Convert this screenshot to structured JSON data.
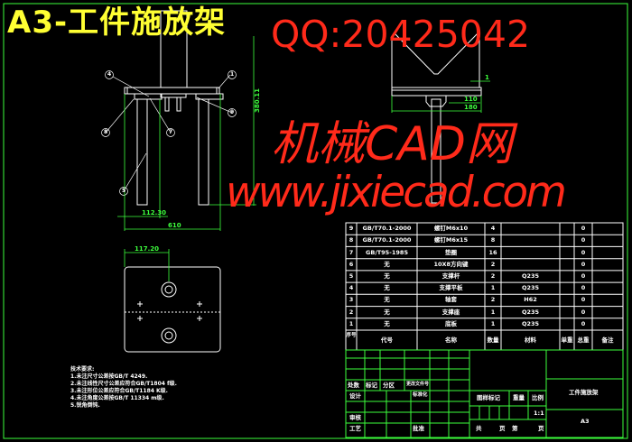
{
  "title": "A3-工件施放架",
  "dimensions": {
    "front_height": "380.11",
    "front_offset": "112.30",
    "front_width": "610",
    "side_inner": "110",
    "side_outer": "180",
    "side_gap": "1",
    "plan_offset": "117.20"
  },
  "balloons": [
    "4",
    "1",
    "8",
    "7",
    "9",
    "5"
  ],
  "notes": {
    "heading": "技术要求:",
    "items": [
      "1.未注尺寸公差按GB/T 4249.",
      "2.未注线性尺寸公差应符合GB/T1804 f级.",
      "3.未注形位公差应符合GB/T1184 K级.",
      "4.未注角度公差按GB/T 11334 m级.",
      "5.锐角倒钝."
    ]
  },
  "bom": {
    "headers": [
      "序号",
      "代号",
      "名称",
      "数量",
      "材料",
      "单重",
      "总重",
      "备注"
    ],
    "rows": [
      [
        "9",
        "GB/T70.1-2000",
        "螺钉M6x10",
        "4",
        "",
        "",
        "0",
        ""
      ],
      [
        "8",
        "GB/T70.1-2000",
        "螺钉M6x15",
        "8",
        "",
        "",
        "0",
        ""
      ],
      [
        "7",
        "GB/T95-1985",
        "垫圈",
        "16",
        "",
        "",
        "0",
        ""
      ],
      [
        "6",
        "无",
        "10X8方向键",
        "2",
        "",
        "",
        "0",
        ""
      ],
      [
        "5",
        "无",
        "支撑杆",
        "2",
        "Q235",
        "",
        "0",
        ""
      ],
      [
        "4",
        "无",
        "支撑平板",
        "1",
        "Q235",
        "",
        "0",
        ""
      ],
      [
        "3",
        "无",
        "轴套",
        "2",
        "H62",
        "",
        "0",
        ""
      ],
      [
        "2",
        "无",
        "支撑座",
        "1",
        "Q235",
        "",
        "0",
        ""
      ],
      [
        "1",
        "无",
        "底板",
        "1",
        "Q235",
        "",
        "0",
        ""
      ]
    ]
  },
  "title_block": {
    "change_row": [
      "处数",
      "标记",
      "分区",
      "更改文件号"
    ],
    "design": "设计",
    "standardization": "标准化",
    "review": "审核",
    "process": "工艺",
    "approve": "批准",
    "drawing_mark": "图样标记",
    "weight": "重量",
    "scale": "比例",
    "scale_value": "1:1",
    "total": "共",
    "page": "页",
    "nth": "第",
    "page2": "页",
    "drawing_name": "工件施放架",
    "sheet_size": "A3"
  },
  "watermark": {
    "site_name": "机械CAD网",
    "url": "www.jixiecad.com",
    "qq": "QQ:20425042"
  }
}
